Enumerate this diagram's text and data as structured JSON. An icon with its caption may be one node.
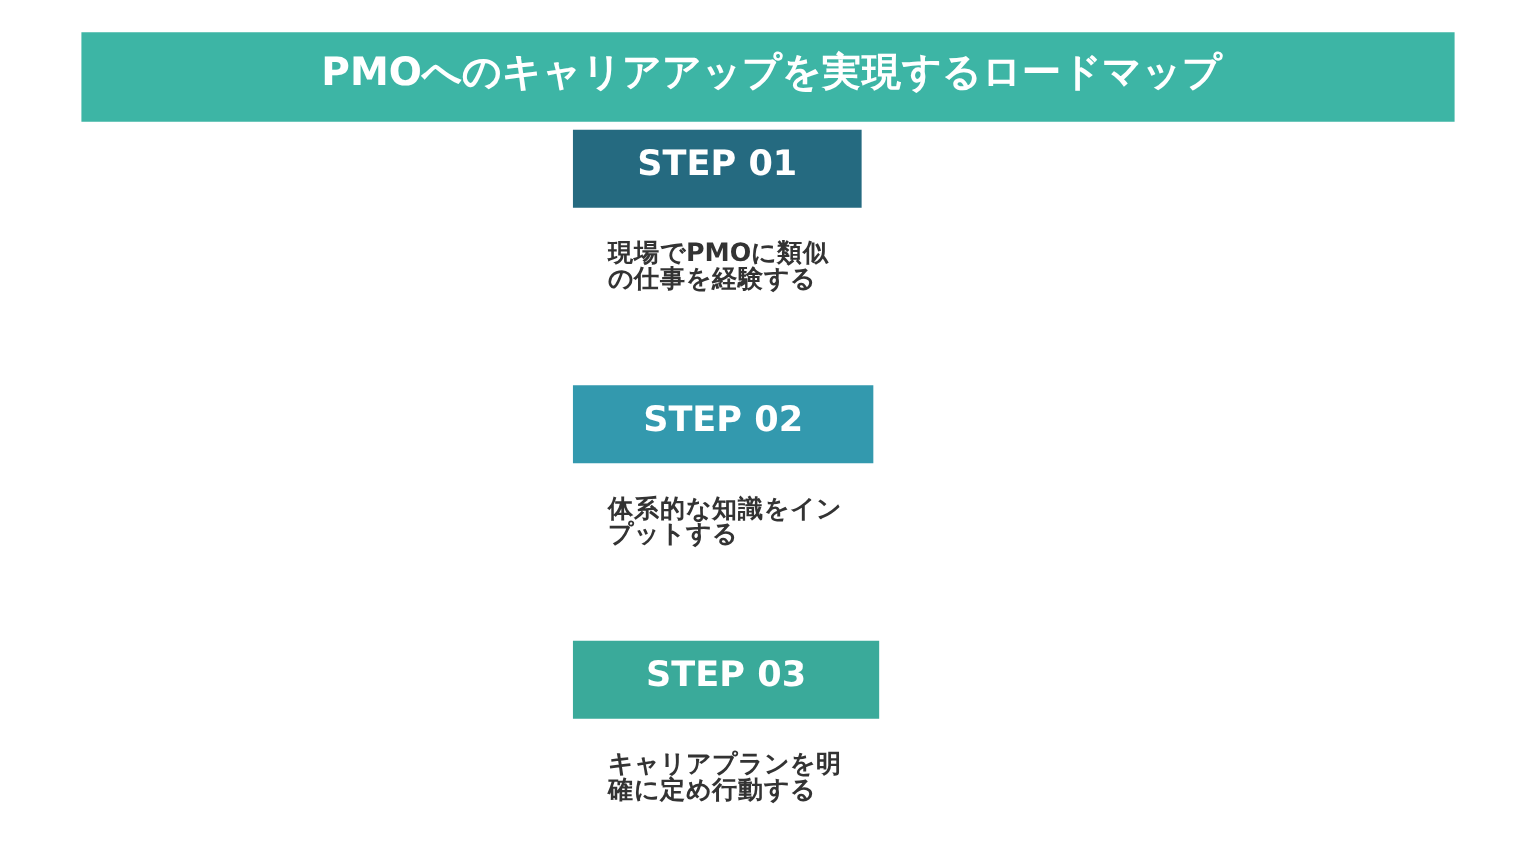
{
  "diagram": {
    "title": "PMOへのキャリアアップを実現するロードマップ",
    "nodes": [
      {
        "text": [
          "STEP 01",
          "現場でPMOに類似の仕事を経験する"
        ]
      },
      {
        "text": [
          "STEP 02",
          "体系的な知識をインプットする"
        ]
      },
      {
        "text": [
          "STEP 03",
          "キャリアプランを明確に定め行動する"
        ]
      }
    ]
  }
}
